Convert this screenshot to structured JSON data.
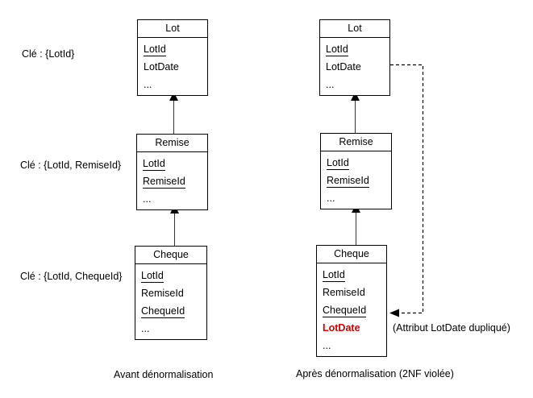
{
  "panels": [
    {
      "id": "before",
      "caption": "Avant dénormalisation",
      "key_labels": [
        "Clé : {LotId}",
        "Clé : {LotId, RemiseId}",
        "Clé : {LotId, ChequeId}"
      ],
      "boxes": [
        {
          "title": "Lot",
          "attrs": [
            {
              "text": "LotId",
              "underlined": true
            },
            {
              "text": "LotDate",
              "underlined": false
            },
            {
              "text": "...",
              "underlined": false
            }
          ]
        },
        {
          "title": "Remise",
          "attrs": [
            {
              "text": "LotId",
              "underlined": true
            },
            {
              "text": "RemiseId",
              "underlined": true
            },
            {
              "text": "...",
              "underlined": false
            }
          ]
        },
        {
          "title": "Cheque",
          "attrs": [
            {
              "text": "LotId",
              "underlined": true
            },
            {
              "text": "RemiseId",
              "underlined": false
            },
            {
              "text": "ChequeId",
              "underlined": true
            },
            {
              "text": "...",
              "underlined": false
            }
          ]
        }
      ]
    },
    {
      "id": "after",
      "caption": "Après dénormalisation (2NF violée)",
      "annotation": "(Attribut LotDate dupliqué)",
      "boxes": [
        {
          "title": "Lot",
          "attrs": [
            {
              "text": "LotId",
              "underlined": true
            },
            {
              "text": "LotDate",
              "underlined": false
            },
            {
              "text": "...",
              "underlined": false
            }
          ]
        },
        {
          "title": "Remise",
          "attrs": [
            {
              "text": "LotId",
              "underlined": true
            },
            {
              "text": "RemiseId",
              "underlined": true
            },
            {
              "text": "...",
              "underlined": false
            }
          ]
        },
        {
          "title": "Cheque",
          "attrs": [
            {
              "text": "LotId",
              "underlined": true
            },
            {
              "text": "RemiseId",
              "underlined": false
            },
            {
              "text": "ChequeId",
              "underlined": true
            },
            {
              "text": "LotDate",
              "underlined": false,
              "highlight": true
            },
            {
              "text": "...",
              "underlined": false
            }
          ]
        }
      ]
    }
  ],
  "colors": {
    "highlight_red": "#cc0000",
    "line": "#000000",
    "background": "#ffffff"
  }
}
